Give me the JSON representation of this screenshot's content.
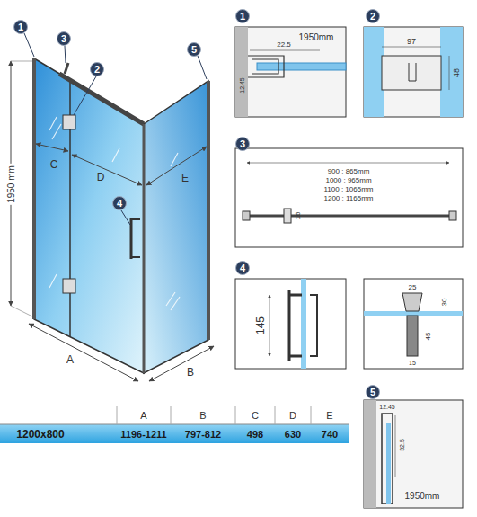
{
  "diagram": {
    "nodes": [
      {
        "text": [
          "1"
        ]
      },
      {
        "text": [
          "3"
        ]
      },
      {
        "text": [
          "2"
        ]
      },
      {
        "text": [
          "4"
        ]
      },
      {
        "text": [
          "5"
        ]
      },
      {
        "text": [
          "1"
        ]
      },
      {
        "text": [
          "2"
        ]
      },
      {
        "text": [
          "3"
        ]
      },
      {
        "text": [
          "4"
        ]
      },
      {
        "text": [
          "5"
        ]
      }
    ],
    "labels": [
      "1950 mm",
      "C",
      "D",
      "E",
      "A",
      "B",
      "1950mm",
      "22.5",
      "12.45",
      "97",
      "48",
      "900 : 865mm",
      "1000 : 965mm",
      "1100 : 1065mm",
      "1200 : 1165mm",
      "16",
      "145",
      "25",
      "30",
      "45",
      "15",
      "12.45",
      "32.5",
      "1950mm",
      "1200x800",
      "A",
      "B",
      "C",
      "D",
      "E",
      "1196-1211",
      "797-812",
      "498",
      "630",
      "740"
    ]
  }
}
